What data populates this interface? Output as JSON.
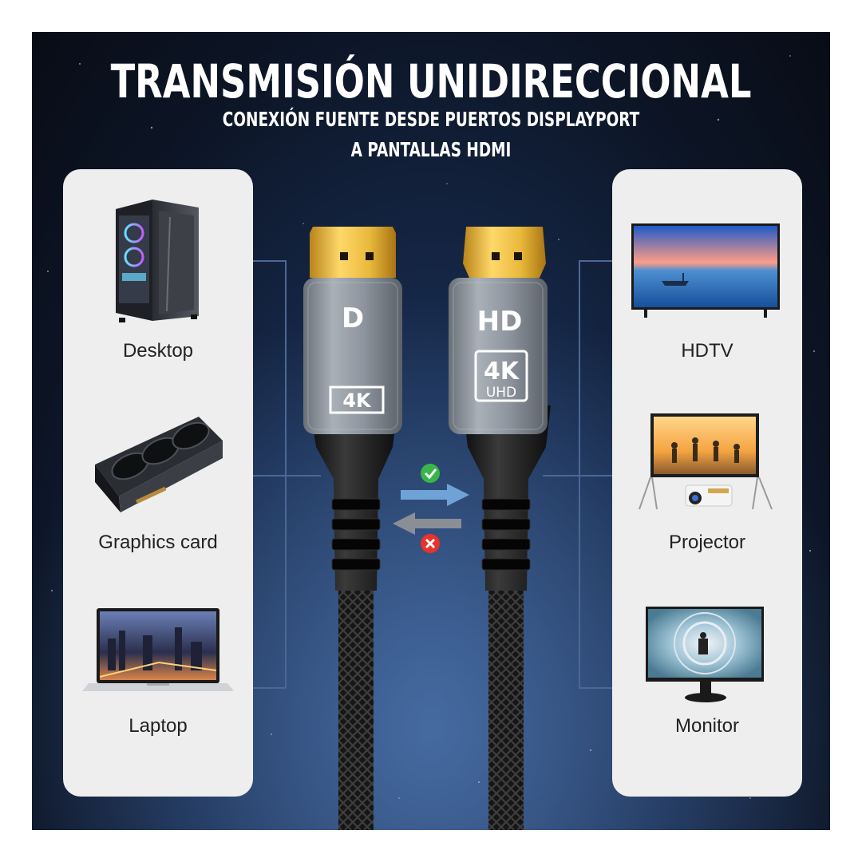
{
  "header": {
    "title": "TRANSMISIÓN UNIDIRECCIONAL",
    "subtitle_line1": "CONEXIÓN FUENTE DESDE PUERTOS DISPLAYPORT",
    "subtitle_line2": "A PANTALLAS HDMI"
  },
  "sources": [
    {
      "label": "Desktop",
      "icon": "desktop-pc-icon"
    },
    {
      "label": "Graphics card",
      "icon": "graphics-card-icon"
    },
    {
      "label": "Laptop",
      "icon": "laptop-icon"
    }
  ],
  "displays": [
    {
      "label": "HDTV",
      "icon": "hdtv-icon"
    },
    {
      "label": "Projector",
      "icon": "projector-icon"
    },
    {
      "label": "Monitor",
      "icon": "monitor-icon"
    }
  ],
  "cable": {
    "dp_logo": "D",
    "dp_badge": "4K",
    "hdmi_logo": "HD",
    "hdmi_badge_top": "4K",
    "hdmi_badge_bottom": "UHD"
  },
  "direction": {
    "forward": "allowed",
    "reverse": "blocked"
  },
  "colors": {
    "panel": "#eeeeee",
    "gold": "#e8b83a",
    "cable_housing": "#8e959e",
    "allowed": "#39b54a",
    "blocked": "#e8322c",
    "arrow_forward": "#6fa3d8",
    "arrow_reverse": "#8a8f96"
  }
}
